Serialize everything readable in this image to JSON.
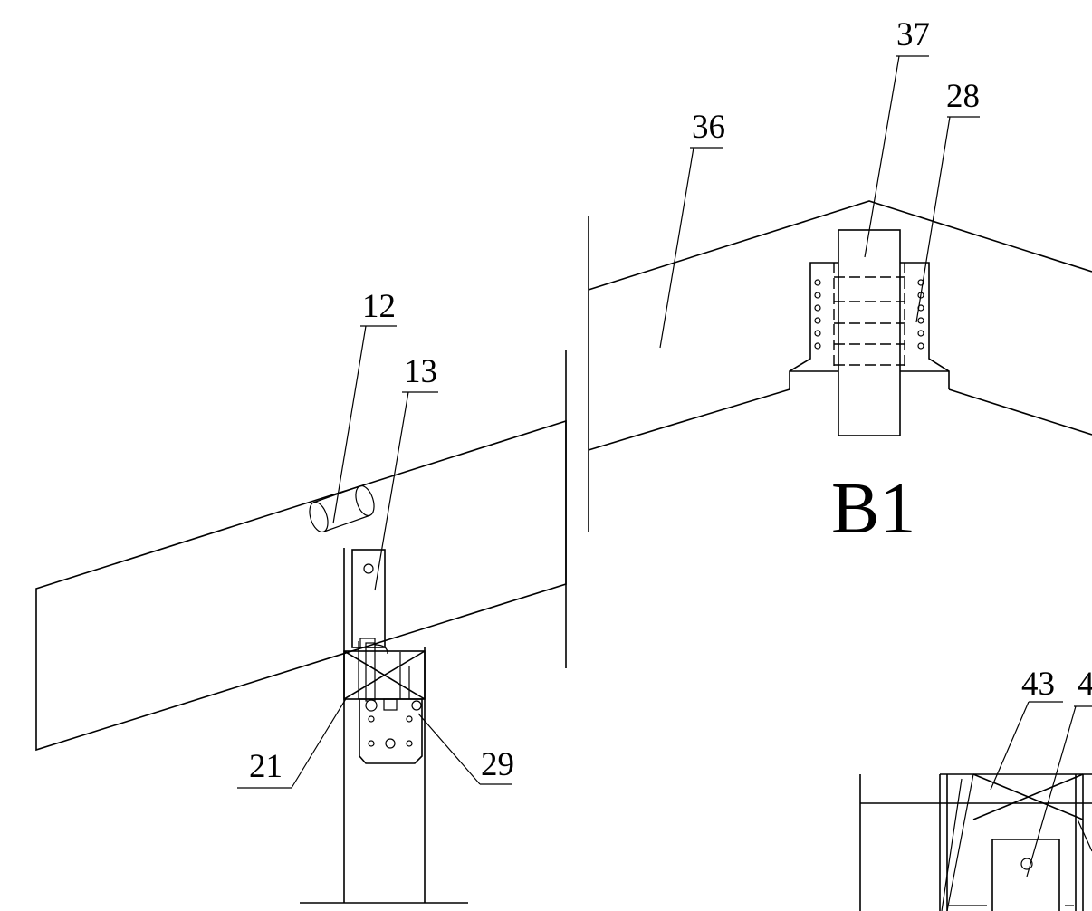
{
  "labels": {
    "l12": "12",
    "l13": "13",
    "l21": "21",
    "l29": "29",
    "l36": "36",
    "l37": "37",
    "l28": "28",
    "l43": "43",
    "l4x": "4"
  },
  "view_label": "B1"
}
